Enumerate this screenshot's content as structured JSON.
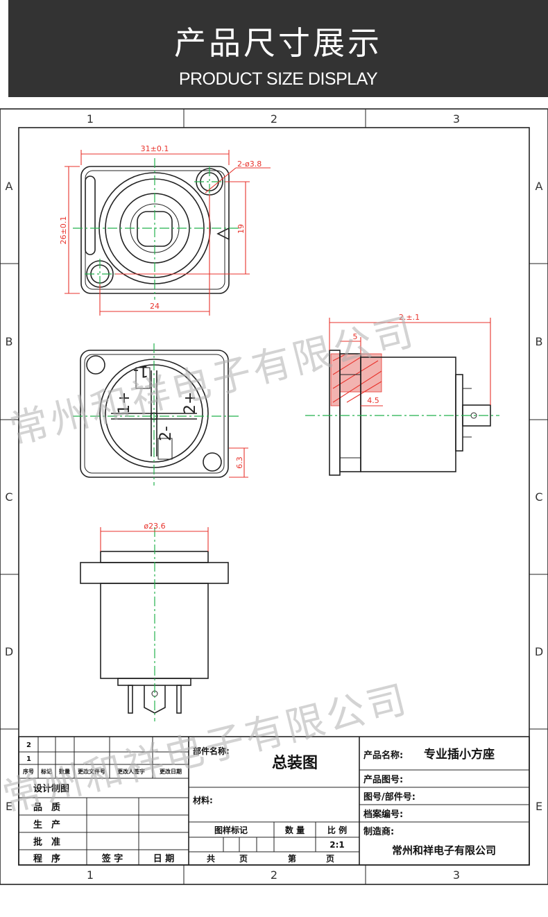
{
  "banner": {
    "title": "产品尺寸展示",
    "subtitle": "PRODUCT SIZE DISPLAY"
  },
  "frame": {
    "columns": [
      "1",
      "2",
      "3"
    ],
    "rows": [
      "A",
      "B",
      "C",
      "D",
      "E"
    ]
  },
  "dimensions": {
    "width_31": "31±0.1",
    "holes": "2-ø3.8",
    "height_26": "26±0.1",
    "pitch_19": "19",
    "pitch_24": "24",
    "side_6_3": "6.3",
    "diameter": "ø23.6",
    "length_total": "2.±.1",
    "flange": "5",
    "depth_4_5": "4.5"
  },
  "pins": {
    "one_plus": "1+",
    "two_plus": "2+",
    "one_minus": "1-",
    "two_minus": "2-"
  },
  "watermark": {
    "text": "常州和祥电子有限公司"
  },
  "title_block": {
    "rev_2": "2",
    "rev_1": "1",
    "header_row": [
      "序号",
      "标记",
      "数量",
      "更改文件号",
      "更改人签字",
      "更改日期"
    ],
    "design": "设计制图",
    "quality": "品　质",
    "production": "生　产",
    "approve": "批　准",
    "procedure": "程　序",
    "sign": "签 字",
    "date": "日 期",
    "part_name_label": "部件名称:",
    "part_name": "总装图",
    "material_label": "材料:",
    "mark_label": "图样标记",
    "qty_label": "数 量",
    "scale_label": "比 例",
    "scale_value": "2:1",
    "total_label": "共",
    "page_label": "页",
    "sheet_label": "第",
    "sheet_page_label": "页",
    "product_name_label": "产品名称:",
    "product_name": "专业插小方座",
    "product_no_label": "产品图号:",
    "drawing_no_label": "图号/部件号:",
    "archive_no_label": "档案编号:",
    "maker_label": "制造商:",
    "maker": "常州和祥电子有限公司"
  }
}
